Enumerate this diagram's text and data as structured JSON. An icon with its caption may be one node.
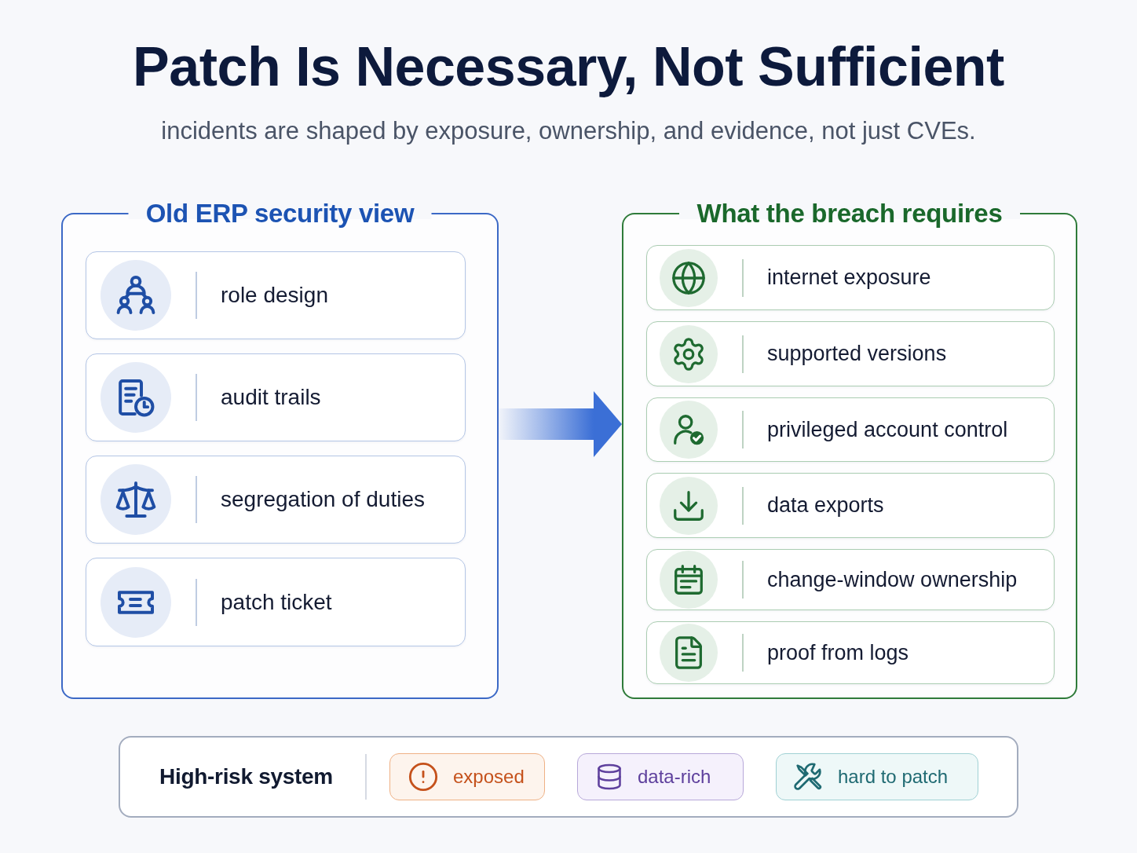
{
  "diagram": {
    "title": "Patch Is Necessary, Not Sufficient",
    "nodes": [
      {
        "text": [
          "Old ERP security view"
        ]
      },
      {
        "text": [
          "role design"
        ],
        "in": 0
      },
      {
        "text": [
          "audit trails"
        ],
        "in": 0
      },
      {
        "text": [
          "segregation of duties"
        ],
        "in": 0
      },
      {
        "text": [
          "patch ticket"
        ],
        "in": 0
      },
      {
        "text": [
          "What the breach requires"
        ]
      },
      {
        "text": [
          "internet exposure"
        ],
        "in": 5
      },
      {
        "text": [
          "supported versions"
        ],
        "in": 5
      },
      {
        "text": [
          "privileged account control"
        ],
        "in": 5
      },
      {
        "text": [
          "data exports"
        ],
        "in": 5
      },
      {
        "text": [
          "change-window ownership"
        ],
        "in": 5
      },
      {
        "text": [
          "proof from logs"
        ],
        "in": 5
      },
      {
        "text": [
          "High-risk system"
        ]
      },
      {
        "text": [
          "exposed"
        ],
        "in": 12
      },
      {
        "text": [
          "data-rich"
        ],
        "in": 12
      },
      {
        "text": [
          "hard to patch"
        ],
        "in": 12
      }
    ],
    "edges": [
      {
        "from": 0,
        "to": 5,
        "arrow": "to",
        "style": "thick"
      }
    ],
    "labels": [
      "incidents are shaped by exposure, ownership, and evidence, not just CVEs."
    ]
  }
}
